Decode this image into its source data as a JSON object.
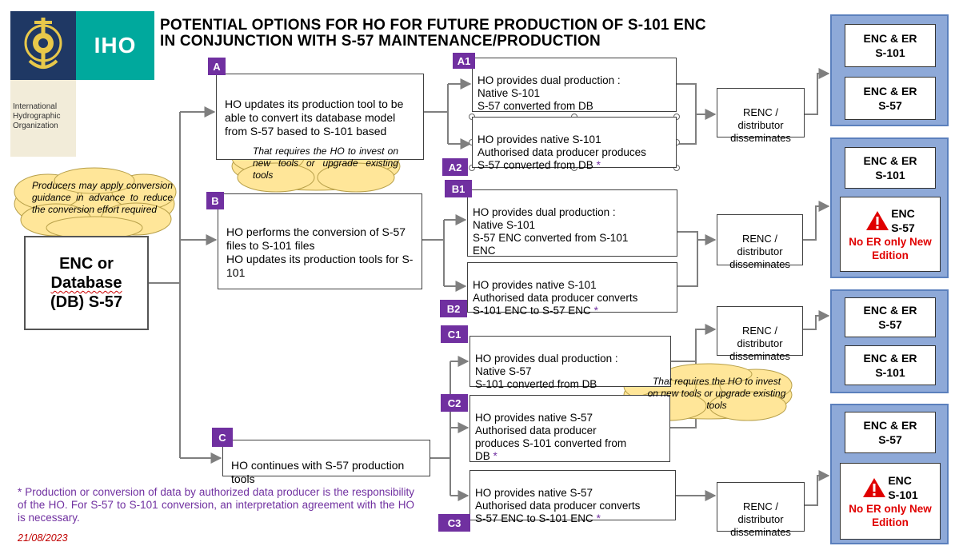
{
  "logo": {
    "brand": "IHO",
    "org_line1": "International",
    "org_line2": "Hydrographic",
    "org_line3": "Organization"
  },
  "title": {
    "line1": "POTENTIAL OPTIONS FOR HO FOR FUTURE PRODUCTION OF S-101 ENC",
    "line2": "IN CONJUNCTION WITH S-57 MAINTENANCE/PRODUCTION"
  },
  "source": {
    "line1": "ENC or",
    "line2": "Database",
    "line3": "(DB) S-57"
  },
  "producers_note": "Producers may apply conversion guidance in advance to reduce the conversion effort required",
  "options": {
    "A": {
      "tag": "A",
      "text": "HO updates its production tool to be able to convert its database model from S-57 based to S-101 based"
    },
    "B": {
      "tag": "B",
      "text": "HO performs the conversion of S-57 files to S-101 files\nHO updates its production tools for S-101"
    },
    "C": {
      "tag": "C",
      "text": "HO continues with S-57 production tools"
    }
  },
  "cloud_a": "That requires the HO to invest on new tools or upgrade existing tools",
  "cloud_c": "That requires the HO to invest on new tools or upgrade existing tools",
  "suboptions": {
    "A1": {
      "tag": "A1",
      "text": "HO provides dual production :\nNative S-101\nS-57 converted from DB"
    },
    "A2": {
      "tag": "A2",
      "text": "HO provides native S-101\nAuthorised data producer produces\nS-57 converted from DB",
      "star": " *"
    },
    "B1": {
      "tag": "B1",
      "text": "HO provides dual production :\nNative S-101\nS-57 ENC converted from S-101\nENC"
    },
    "B2": {
      "tag": "B2",
      "text": "HO provides native S-101\nAuthorised data producer converts\nS-101 ENC to S-57 ENC",
      "star": " *"
    },
    "C1": {
      "tag": "C1",
      "text": "HO provides dual production :\nNative S-57\nS-101 converted from DB"
    },
    "C2": {
      "tag": "C2",
      "text": "HO provides native S-57\nAuthorised data producer\nproduces S-101 converted from\nDB",
      "star": " *"
    },
    "C3": {
      "tag": "C3",
      "text": "HO provides native S-57\nAuthorised data producer converts\nS-57 ENC to S-101 ENC",
      "star": " *"
    }
  },
  "renc": {
    "r1": "RENC /\ndistributor\ndisseminates",
    "r2": "RENC /\ndistributor\ndisseminates",
    "r3": "RENC /\ndistributor\ndisseminates",
    "r4": "RENC /\ndistributor\ndisseminates"
  },
  "outputs": {
    "p1a": "ENC & ER\nS-101",
    "p1b": "ENC & ER\nS-57",
    "p2a": "ENC & ER\nS-101",
    "p2b_title": "ENC",
    "p2b_code": "S-57",
    "p2b_warn": "No ER only New\nEdition",
    "p3a": "ENC & ER\nS-57",
    "p3b": "ENC & ER\nS-101",
    "p4a": "ENC & ER\nS-57",
    "p4b_title": "ENC",
    "p4b_code": "S-101",
    "p4b_warn": "No ER only New\nEdition"
  },
  "footnote": "* Production or conversion of data by authorized data producer is the responsibility of the HO. For S-57 to S-101 conversion, an interpretation agreement with the HO is necessary.",
  "date": "21/08/2023",
  "colors": {
    "purple": "#7030a0",
    "panel_blue": "#8ea9d8",
    "logo_navy": "#1f3864",
    "logo_teal": "#00a99d",
    "cloud": "#ffe699",
    "warning_red": "#e00000"
  }
}
